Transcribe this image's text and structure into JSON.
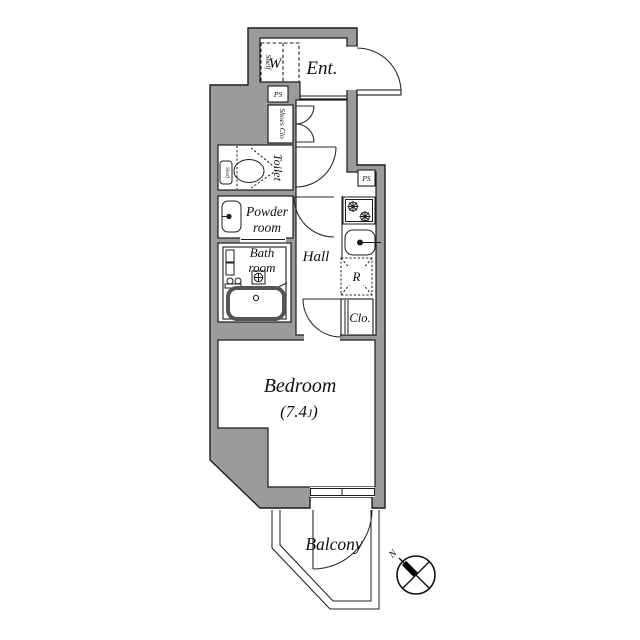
{
  "plan": {
    "type": "apartment-floor-plan",
    "colors": {
      "wall_fill": "#9b9b9b",
      "line": "#1c1c1c",
      "background": "#ffffff"
    },
    "rooms": {
      "entrance": {
        "label": "Ent."
      },
      "washer_space": {
        "label": "W",
        "shelf_label": "Shelf"
      },
      "pipe_space_upper": {
        "label": "PS"
      },
      "pipe_space_right": {
        "label": "PS"
      },
      "shoes_closet": {
        "label": "Shoes Clo"
      },
      "toilet": {
        "label": "Toilet",
        "tank_label": "Shelf"
      },
      "powder_room": {
        "line1": "Powder",
        "line2": "room"
      },
      "bath_room": {
        "line1": "Bath",
        "line2": "room"
      },
      "hall": {
        "label": "Hall"
      },
      "refrigerator_space": {
        "label": "R"
      },
      "closet": {
        "label": "Clo."
      },
      "bedroom": {
        "label": "Bedroom",
        "size_open": "(7.4",
        "size_unit": "J",
        "size_close": ")"
      },
      "balcony": {
        "label": "Balcony"
      }
    },
    "fixtures": [
      "entrance-door",
      "shoes-closet-double-door",
      "toilet-bowl",
      "toilet-tank",
      "powder-sink",
      "bathtub",
      "shower-mixer",
      "kitchen-two-burner-stove",
      "kitchen-sink",
      "bedroom-door",
      "toilet-door",
      "powder-door",
      "sliding-window",
      "balcony-door"
    ],
    "compass": {
      "north_label": "N",
      "direction": "north-west"
    }
  }
}
